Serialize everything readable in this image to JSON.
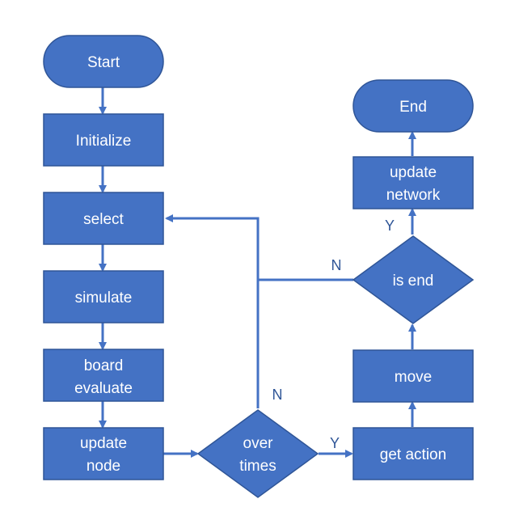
{
  "colors": {
    "node_fill": "#4472c4",
    "node_stroke": "#2f5597",
    "edge": "#4472c4",
    "text": "#ffffff",
    "edge_label": "#2f5597"
  },
  "nodes": {
    "start": "Start",
    "initialize": "Initialize",
    "select": "select",
    "simulate": "simulate",
    "board_evaluate": [
      "board",
      "evaluate"
    ],
    "update_node": [
      "update",
      "node"
    ],
    "over_times": [
      "over",
      "times"
    ],
    "get_action": "get action",
    "move": "move",
    "is_end": "is end",
    "update_network": [
      "update",
      "network"
    ],
    "end": "End"
  },
  "edge_labels": {
    "over_times_no": "N",
    "over_times_yes": "Y",
    "is_end_no": "N",
    "is_end_yes": "Y"
  }
}
